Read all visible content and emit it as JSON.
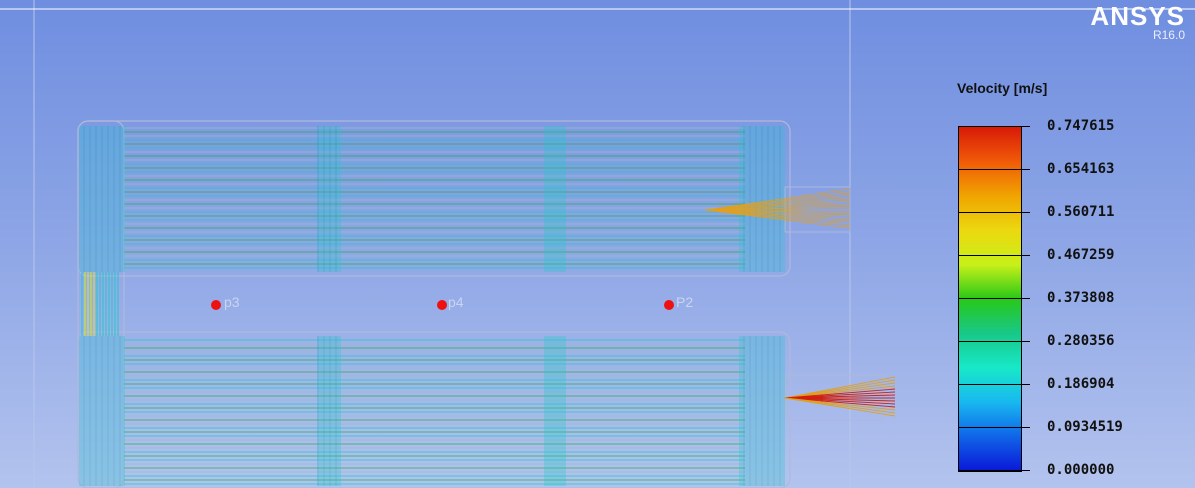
{
  "logo": {
    "brand": "ANSYS",
    "version": "R16.0"
  },
  "legend": {
    "title": "Velocity [m/s]",
    "values": [
      "0.747615",
      "0.654163",
      "0.560711",
      "0.467259",
      "0.373808",
      "0.280356",
      "0.186904",
      "0.0934519",
      "0.000000"
    ]
  },
  "probes": [
    {
      "label": "p3",
      "color": "#ee1111"
    },
    {
      "label": "p4",
      "color": "#ee1111"
    },
    {
      "label": "P2",
      "color": "#ee1111"
    }
  ],
  "colors": {
    "background_top": "#6f8ee0",
    "streamline_green": "#20b050",
    "streamline_cyan": "#20c8c8",
    "outlet_orange": "#e0a020",
    "outlet_red": "#d02010"
  }
}
